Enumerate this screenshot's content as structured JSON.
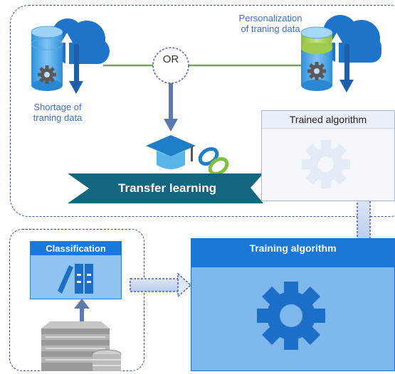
{
  "nodes": {
    "personalization": "Personalization\nof traning data",
    "shortage": "Shortage of\ntraning data",
    "or": "OR",
    "trained_algorithm": "Trained algorithm",
    "transfer_learning": "Transfer learning",
    "classification": "Classification",
    "training_algorithm": "Training algorithm"
  },
  "colors": {
    "accent_blue": "#1c78d6",
    "light_blue": "#7db7ec",
    "label_blue": "#3b6fd9",
    "connector_green": "#6aa84f",
    "panel_border": "#3a4d9a",
    "banner_teal": "#14657f"
  }
}
